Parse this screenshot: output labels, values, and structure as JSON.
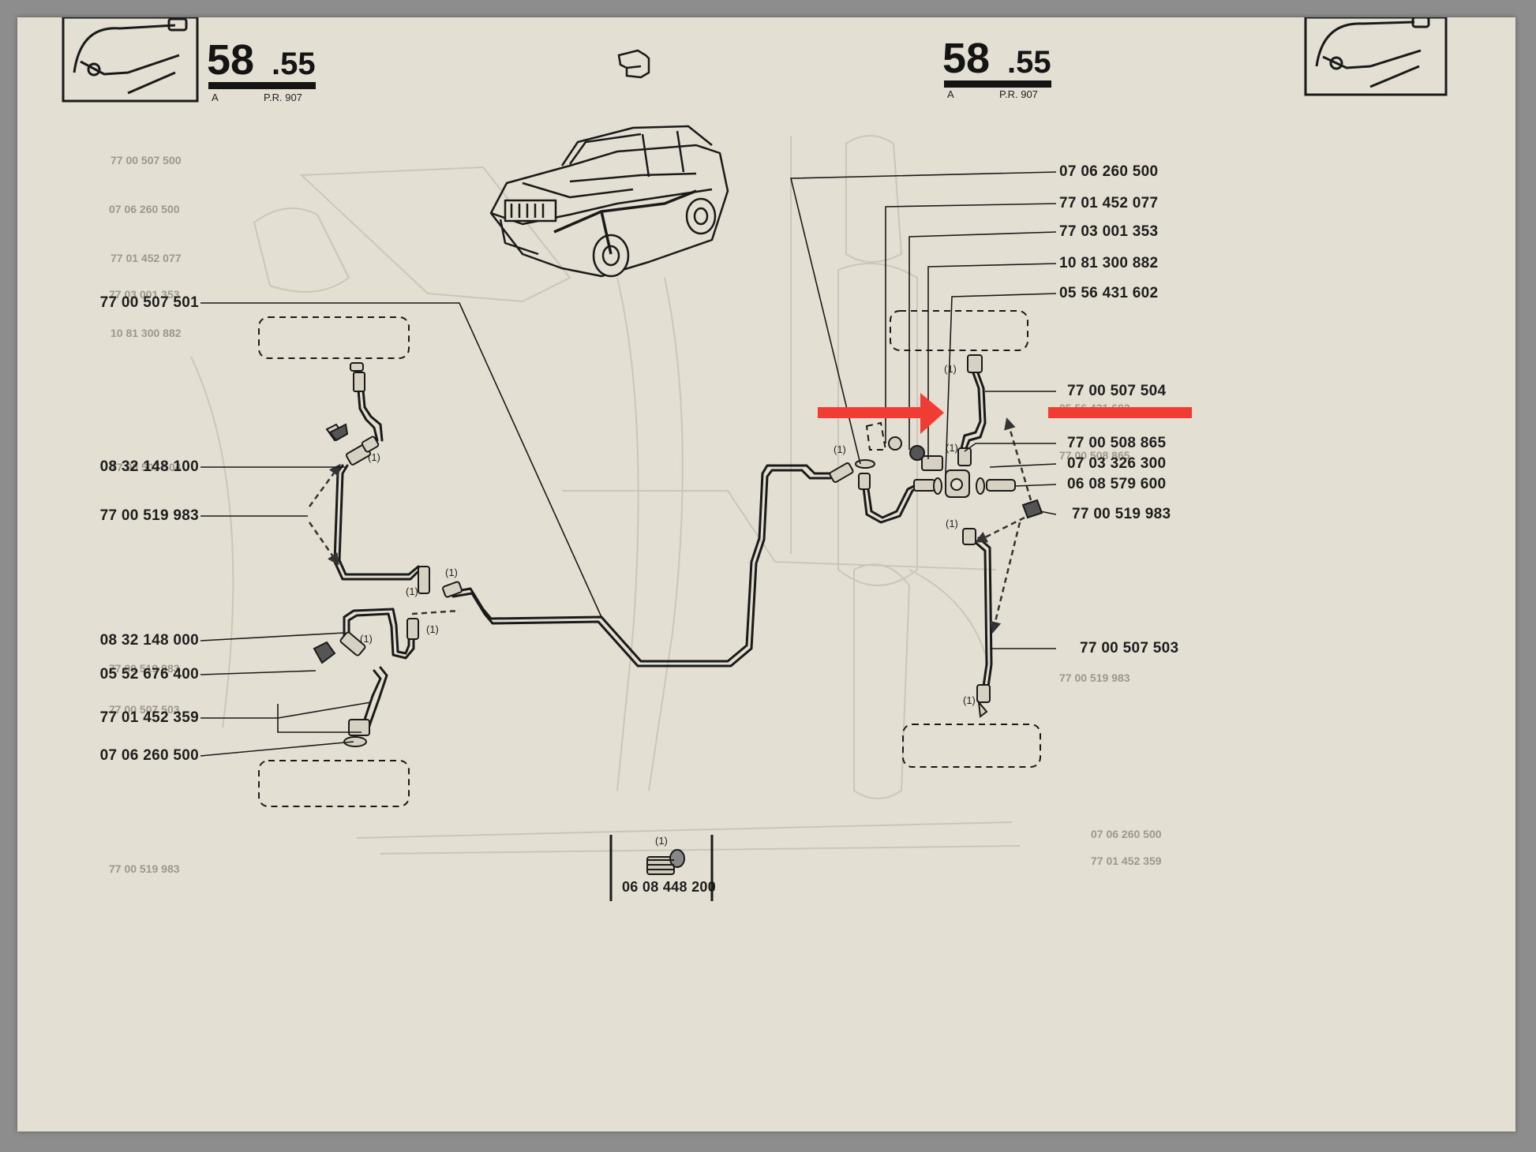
{
  "page_header": {
    "section_major": "58",
    "section_minor": ".55",
    "variant": "A",
    "program": "P.R. 907"
  },
  "bracket_note": "(1)",
  "callouts_left": [
    {
      "id": "l1",
      "part": "77 00 507 501"
    },
    {
      "id": "l2",
      "part": "08 32 148 100"
    },
    {
      "id": "l3",
      "part": "77 00 519 983"
    },
    {
      "id": "l4",
      "part": "08 32 148 000"
    },
    {
      "id": "l5",
      "part": "05 52 676 400"
    },
    {
      "id": "l6",
      "part": "77 01 452 359"
    },
    {
      "id": "l7",
      "part": "07 06 260 500"
    }
  ],
  "callouts_right": [
    {
      "id": "r1",
      "part": "07 06 260 500"
    },
    {
      "id": "r2",
      "part": "77 01 452 077"
    },
    {
      "id": "r3",
      "part": "77 03 001 353"
    },
    {
      "id": "r4",
      "part": "10 81 300 882"
    },
    {
      "id": "r5",
      "part": "05 56 431 602"
    },
    {
      "id": "r6",
      "part": "77 00 507 504"
    },
    {
      "id": "r7",
      "part": "77 00 508 865"
    },
    {
      "id": "r8",
      "part": "07 03 326 300"
    },
    {
      "id": "r9",
      "part": "06 08 579 600"
    },
    {
      "id": "r10",
      "part": "77 00 519 983"
    },
    {
      "id": "r11",
      "part": "77 00 507 503"
    }
  ],
  "inset": {
    "note": "(1)",
    "part": "06 08 448 200"
  },
  "annotation_color": "#f03c32",
  "icons": [
    "hand-pointer-icon",
    "car-icon",
    "brake-pipe-thumbnail-icon"
  ]
}
